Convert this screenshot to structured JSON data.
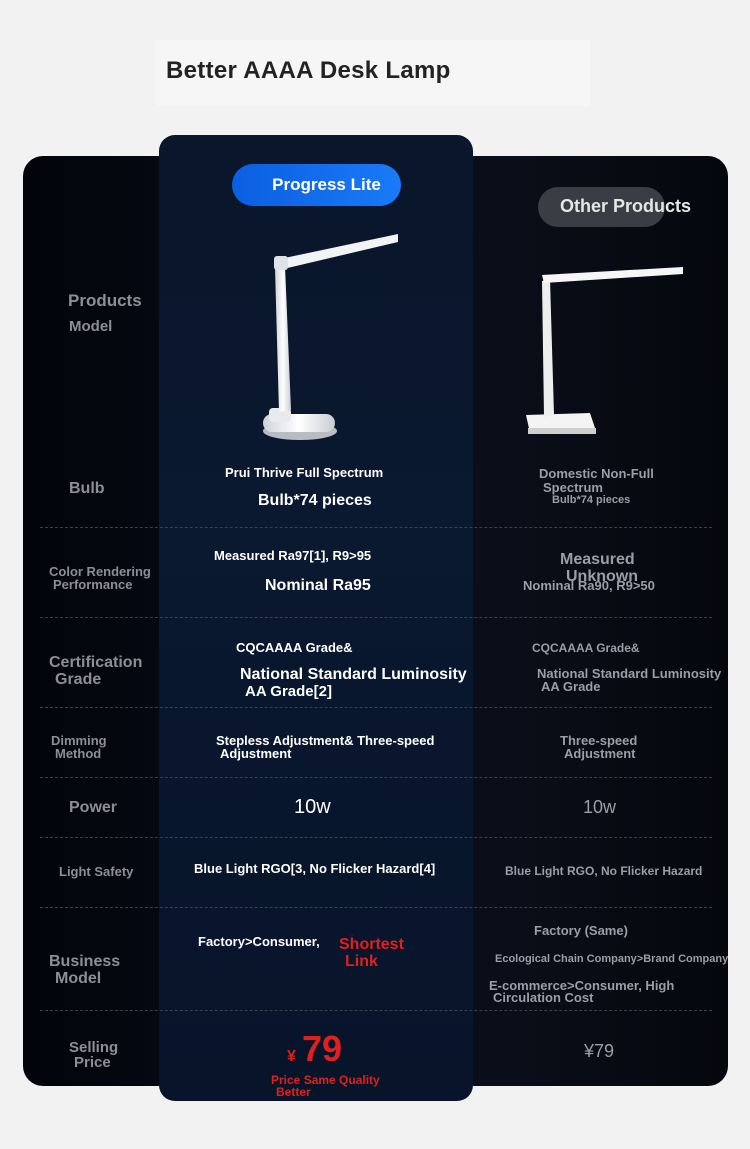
{
  "page": {
    "title": "Better AAAA Desk Lamp"
  },
  "header": {
    "primary": "Progress Lite",
    "other": "Other Products"
  },
  "rows": {
    "model": {
      "label1": "Products",
      "label2": "Model"
    },
    "bulb": {
      "label": "Bulb",
      "a1": "Prui Thrive Full Spectrum",
      "a2": "Bulb*74 pieces",
      "b1": "Domestic Non-Full",
      "b2": "Spectrum",
      "b3": "Bulb*74 pieces"
    },
    "color": {
      "label1": "Color Rendering",
      "label2": "Performance",
      "a1": "Measured Ra97[1], R9>95",
      "a2": "Nominal Ra95",
      "b1": "Measured",
      "b2": "Unknown",
      "b3": "Nominal Ra90, R9>50"
    },
    "cert": {
      "label1": "Certification",
      "label2": "Grade",
      "a1": "CQCAAAA Grade&",
      "a2": "National Standard Luminosity",
      "a3": "AA Grade[2]",
      "b1": "CQCAAAA Grade&",
      "b2": "National Standard Luminosity",
      "b3": "AA Grade"
    },
    "dim": {
      "label1": "Dimming",
      "label2": "Method",
      "a1": "Stepless Adjustment& Three-speed",
      "a2": "Adjustment",
      "b1": "Three-speed",
      "b2": "Adjustment"
    },
    "power": {
      "label": "Power",
      "a": "10w",
      "b": "10w"
    },
    "safety": {
      "label": "Light Safety",
      "a": "Blue Light RGO[3, No Flicker Hazard[4]",
      "b": "Blue Light RGO, No Flicker Hazard"
    },
    "business": {
      "label1": "Business",
      "label2": "Model",
      "a1": "Factory>Consumer,",
      "a_red1": "Shortest",
      "a_red2": "Link",
      "b1": "Factory (Same)",
      "b2": "Ecological Chain Company>Brand Company",
      "b3": "E-commerce>Consumer, High",
      "b4": "Circulation Cost"
    },
    "price": {
      "label1": "Selling",
      "label2": "Price",
      "currency": "¥",
      "a": "79",
      "note1": "Price Same Quality",
      "note2": "Better",
      "b": "¥79"
    }
  },
  "colors": {
    "accent_blue": "#1a7af8",
    "highlight_red": "#e0201e"
  }
}
